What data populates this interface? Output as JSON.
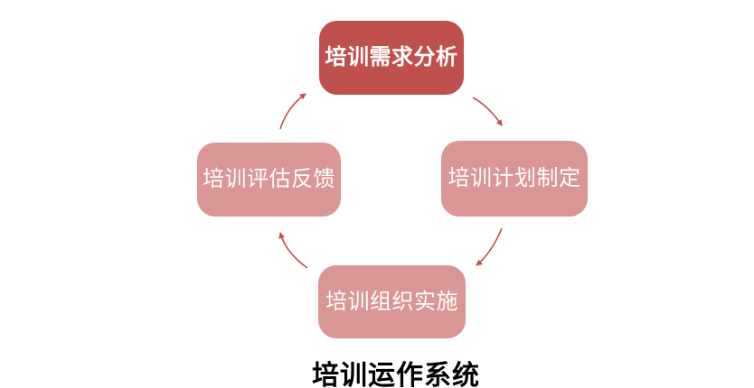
{
  "diagram": {
    "title": "培训运作系统",
    "type": "cycle",
    "direction": "clockwise",
    "nodes": [
      {
        "id": "top",
        "label": "培训需求分析",
        "emphasis": true,
        "fill": "#c0504d",
        "text_color": "#ffffff"
      },
      {
        "id": "right",
        "label": "培训计划制定",
        "emphasis": false,
        "fill": "#d99694",
        "text_color": "#ffffff"
      },
      {
        "id": "bottom",
        "label": "培训组织实施",
        "emphasis": false,
        "fill": "#d99694",
        "text_color": "#ffffff"
      },
      {
        "id": "left",
        "label": "培训评估反馈",
        "emphasis": false,
        "fill": "#d99694",
        "text_color": "#ffffff"
      }
    ],
    "arrows": [
      {
        "from": "top",
        "to": "right"
      },
      {
        "from": "right",
        "to": "bottom"
      },
      {
        "from": "bottom",
        "to": "left"
      },
      {
        "from": "left",
        "to": "top"
      }
    ],
    "colors": {
      "node_dark": "#c0504d",
      "node_light": "#d99694",
      "arrow": "#c0504d",
      "title_text": "#000000",
      "background": "#ffffff"
    }
  }
}
